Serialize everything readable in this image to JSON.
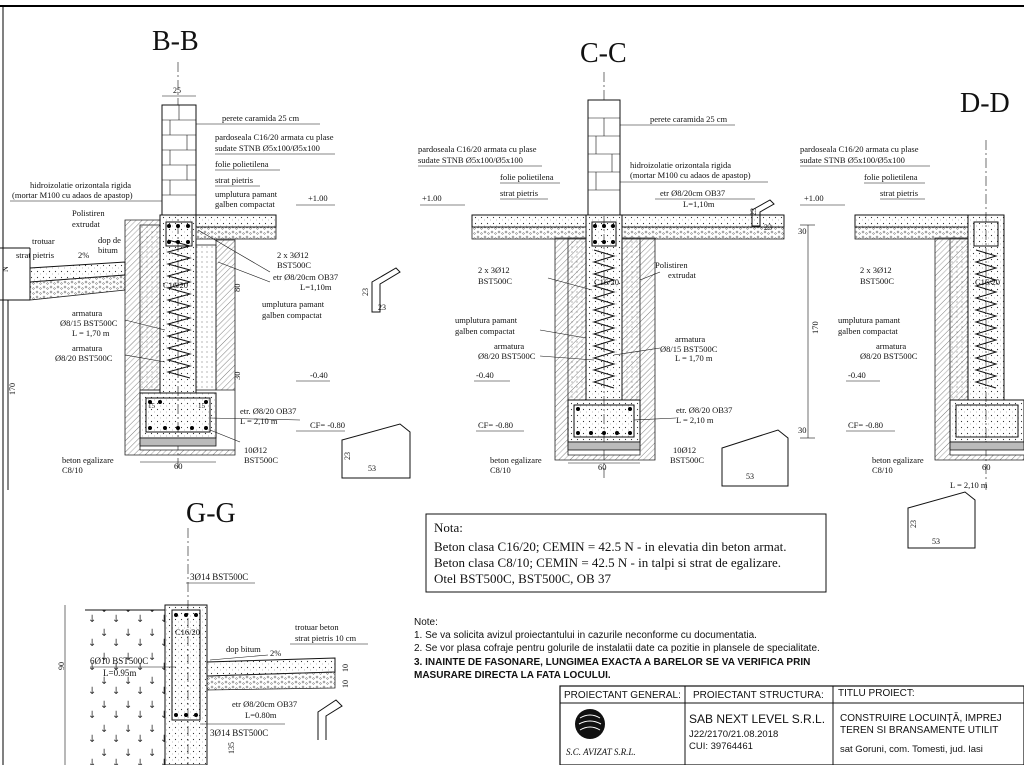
{
  "sections": {
    "bb": {
      "title": "B-B",
      "labels": {
        "dim25": "25",
        "perete": "perete caramida 25 cm",
        "pardoseala1": "pardoseala C16/20 armata cu plase",
        "pardoseala2": "sudate STNB Ø5x100/Ø5x100",
        "folie": "folie polietilena",
        "strat": "strat pietris",
        "umplutura_top1": "umplutura pamant",
        "umplutura_top2": "galben compactat",
        "level_100": "+1.00",
        "hidro1": "hidroizolatie orizontala rigida",
        "hidro2": "(mortar M100 cu adaos de apastop)",
        "polistiren1": "Polistiren",
        "polistiren2": "extrudat",
        "trotuar": "trotuar",
        "strat_pietris": "strat pietris",
        "dop1": "dop de",
        "dop2": "bitum",
        "slope": "2%",
        "bars1": "2 x 3Ø12",
        "bars2": "BST500C",
        "etr1": "etr Ø8/20cm OB37",
        "etr2": "L=1,10m",
        "c16": "C16/20",
        "umpl1": "umplutura pamant",
        "umpl2": "galben compactat",
        "arm1": "armatura",
        "arm2": "Ø8/15 BST500C",
        "arm3": "L = 1,70 m",
        "arm4": "armatura",
        "arm5": "Ø8/20 BST500C",
        "level_040": "-0.40",
        "etr_b1": "etr. Ø8/20 OB37",
        "etr_b2": "L = 2,10 m",
        "level_080": "CF= -0.80",
        "bars_b1": "10Ø12",
        "bars_b2": "BST500C",
        "beton1": "beton egalizare",
        "beton2": "C8/10",
        "dim60": "60",
        "dim170": "170",
        "dim30": "30",
        "dim15a": "15",
        "dim15b": "15",
        "dim80": "80",
        "dim23": "23",
        "dim53": "53",
        "dimN": "N"
      }
    },
    "cc": {
      "title": "C-C",
      "labels": {
        "perete": "perete caramida 25 cm",
        "pardoseala1": "pardoseala C16/20 armata cu plase",
        "pardoseala2": "sudate STNB Ø5x100/Ø5x100",
        "hidro1": "hidroizolatie orizontala rigida",
        "hidro2": "(mortar M100 cu adaos de apastop)",
        "folie": "folie polietilena",
        "strat": "strat pietris",
        "etr1": "etr Ø8/20cm OB37",
        "etr2": "L=1,10m",
        "level_100": "+1.00",
        "bars1": "2 x 3Ø12",
        "bars2": "BST500C",
        "polistiren1": "Polistiren",
        "polistiren2": "extrudat",
        "c16": "C16/20",
        "umpl1": "umplutura pamant",
        "umpl2": "galben compactat",
        "arm1": "armatura",
        "arm2": "Ø8/15 BST500C",
        "arm3": "L = 1,70 m",
        "arm4": "armatura",
        "arm5": "Ø8/20 BST500C",
        "level_040": "-0.40",
        "etr_b1": "etr. Ø8/20 OB37",
        "etr_b2": "L = 2,10 m",
        "level_080": "CF= -0.80",
        "bars_b1": "10Ø12",
        "bars_b2": "BST500C",
        "beton1": "beton egalizare",
        "beton2": "C8/10",
        "dim60": "60",
        "dim170": "170",
        "dim30a": "30",
        "dim30b": "30",
        "dim23": "23",
        "dim53": "53",
        "dim23b": "23"
      }
    },
    "dd": {
      "title": "D-D",
      "labels": {
        "pardoseala1": "pardoseala C16/20 armata cu plase",
        "pardoseala2": "sudate STNB Ø5x100/Ø5x100",
        "folie": "folie polietilena",
        "strat": "strat pietris",
        "level_100": "+1.00",
        "bars1": "2 x 3Ø12",
        "bars2": "BST500C",
        "c16": "C16/20",
        "umpl1": "umplutura pamant",
        "umpl2": "galben compactat",
        "arm4": "armatura",
        "arm5": "Ø8/20 BST500C",
        "level_040": "-0.40",
        "level_080": "CF= -0.80",
        "beton1": "beton egalizare",
        "beton2": "C8/10",
        "dim60": "60",
        "etr_b2": "L = 2,10 m",
        "dim23": "23",
        "dim53": "53"
      }
    },
    "gg": {
      "title": "G-G",
      "labels": {
        "bars_top": "3Ø14 BST500C",
        "c16": "C16/20",
        "bars_side1": "6Ø10 BST500C",
        "bars_side2": "L=0.95m",
        "trotuar1": "trotuar beton",
        "trotuar2": "strat pietris 10 cm",
        "dop": "dop bitum",
        "slope": "2%",
        "etr1": "etr Ø8/20cm OB37",
        "etr2": "L=0.80m",
        "bars_bot": "3Ø14 BST500C",
        "dim90": "90",
        "dim10a": "10",
        "dim10b": "10",
        "dim135": "135"
      }
    }
  },
  "nota_box": {
    "title": "Nota:",
    "lines": [
      "Beton clasa C16/20; CEMIN = 42.5 N  - in elevatia din beton armat.",
      "Beton clasa C8/10; CEMIN = 42.5 N  - in talpi si strat de egalizare.",
      "Otel BST500C, BST500C, OB 37"
    ]
  },
  "notes": {
    "title": "Note:",
    "lines": [
      "1. Se va solicita avizul proiectantului in cazurile neconforme cu documentatia.",
      "2. Se vor plasa cofraje pentru golurile de instalatii date ca pozitie in plansele de specialitate.",
      "3. INAINTE DE FASONARE, LUNGIMEA EXACTA A BARELOR SE VA VERIFICA PRIN",
      "MASURARE DIRECTA LA FATA LOCULUI."
    ]
  },
  "title_block": {
    "proiectant_general": "PROIECTANT GENERAL:",
    "proiectant_structura": "PROIECTANT STRUCTURA:",
    "titlu_proiect": "TITLU PROIECT:",
    "company_logo_text": "S.C. AVIZAT S.R.L.",
    "structura_company": "SAB NEXT LEVEL S.R.L.",
    "structura_reg": "J22/2170/21.08.2018",
    "structura_cui": "CUI: 39764461",
    "project_line1": "CONSTRUIRE LOCUINȚĂ, IMPREJ",
    "project_line2": "TEREN SI BRANSAMENTE UTILIT",
    "project_line3": "sat Goruni, com. Tomesti, jud. Iasi"
  },
  "colors": {
    "ink": "#111111",
    "paper": "#ffffff"
  }
}
